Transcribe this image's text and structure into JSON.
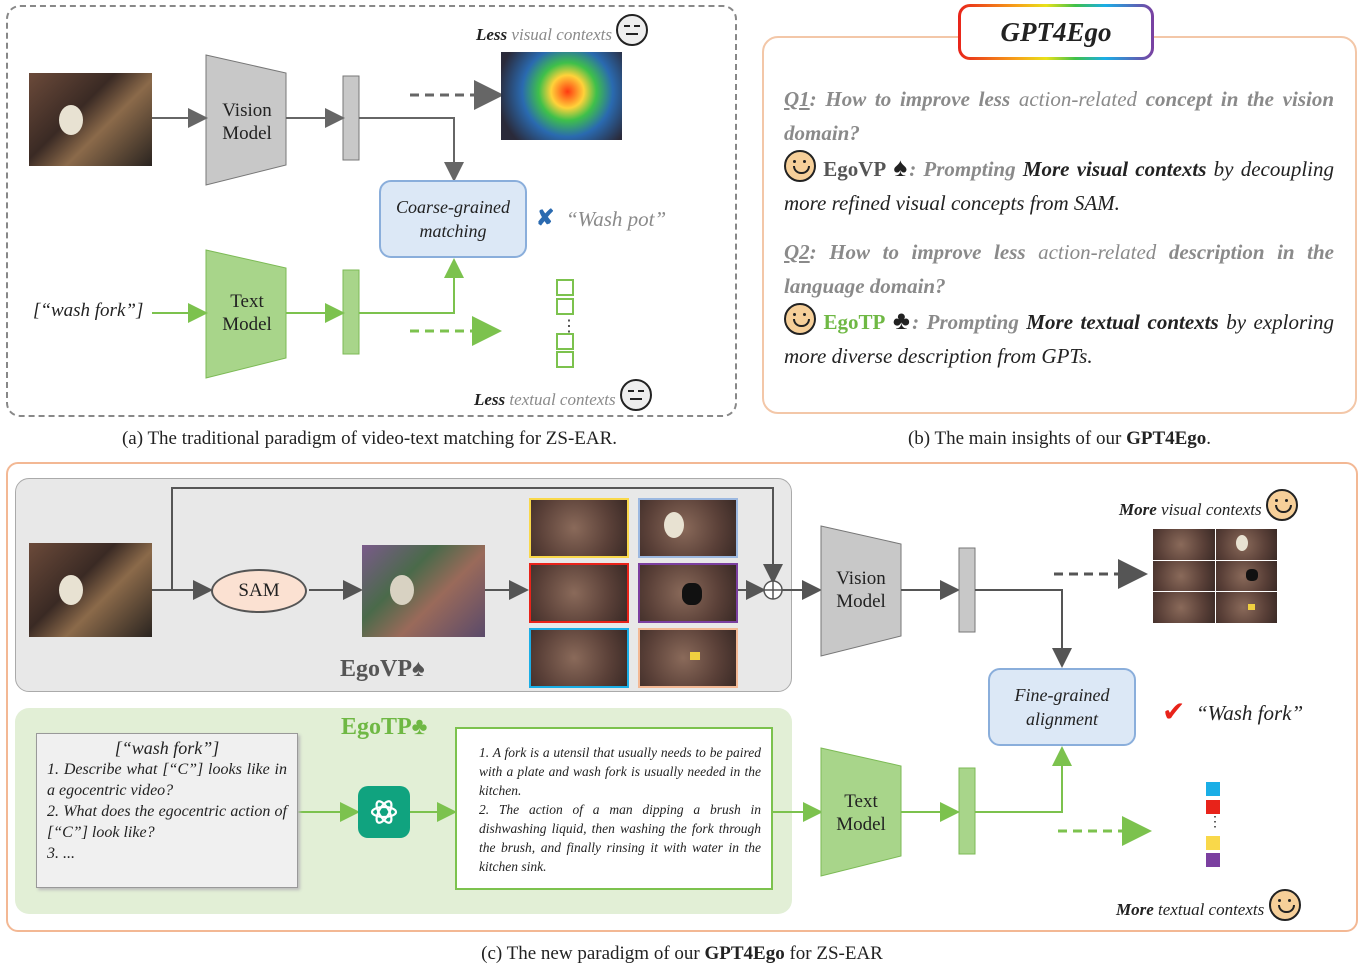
{
  "panel_a": {
    "caption": "(a) The traditional paradigm of video-text matching for ZS-EAR.",
    "less_visual_bold": "Less",
    "less_visual_rest": "visual contexts",
    "less_textual_bold": "Less",
    "less_textual_rest": "textual contexts",
    "vision_model": "Vision Model",
    "text_model": "Text Model",
    "text_input": "[“wash fork”]",
    "matching": "Coarse-grained matching",
    "prediction": "“Wash pot”"
  },
  "panel_b": {
    "title": "GPT4Ego",
    "caption_pre": "(b) The  main insights of our ",
    "caption_bold": "GPT4Ego",
    "caption_post": ".",
    "q1_label": "Q1",
    "q1_a": ": How to improve less ",
    "q1_b": "action-related",
    "q1_c": " concept in the vision domain?",
    "a1_name": "EgoVP",
    "a1_sym": "♠",
    "a1_a": ": Prompting ",
    "a1_b": "More visual contexts",
    "a1_c": " by decoupling more refined visual concepts from SAM.",
    "q2_label": "Q2",
    "q2_a": ": How to improve less ",
    "q2_b": "action-related",
    "q2_c": " description in the language domain?",
    "a2_name": "EgoTP",
    "a2_sym": "♣",
    "a2_a": ": Prompting ",
    "a2_b": "More textual contexts",
    "a2_c": " by exploring more diverse description from GPTs."
  },
  "panel_c": {
    "caption_pre": "(c) The new paradigm of our ",
    "caption_bold": "GPT4Ego",
    "caption_post": " for ZS-EAR",
    "sam": "SAM",
    "egovp": "EgoVP♠",
    "egotp": "EgoTP♣",
    "vision_model": "Vision Model",
    "text_model": "Text Model",
    "alignment": "Fine-grained alignment",
    "prediction": "“Wash fork”",
    "more_visual_bold": "More",
    "more_visual_rest": "visual contexts",
    "more_textual_bold": "More",
    "more_textual_rest": "textual contexts",
    "prompt_title": "[“wash fork”]",
    "prompt_1": "1. Describe what [“C”] looks like in a egocentric video?",
    "prompt_2": "2. What does the egocentric action of [“C”] look like?",
    "prompt_3": "3. ...",
    "desc_1": "1. A fork is a utensil that usually needs to be paired with a plate and wash fork is usually needed in the kitchen.",
    "desc_2": "2. The action of a man dipping a brush in dishwashing liquid, then washing the fork through the brush, and finally rinsing it with water in the kitchen sink."
  },
  "colors": {
    "green": "#6fb844",
    "orange_border": "#f3c7a8",
    "blue_box": "#dce8f6",
    "sam_fill": "#fbe1d2",
    "chip_colors": [
      "#1aaee6",
      "#e8231a",
      "#f9d84a",
      "#7b3fa0"
    ]
  }
}
